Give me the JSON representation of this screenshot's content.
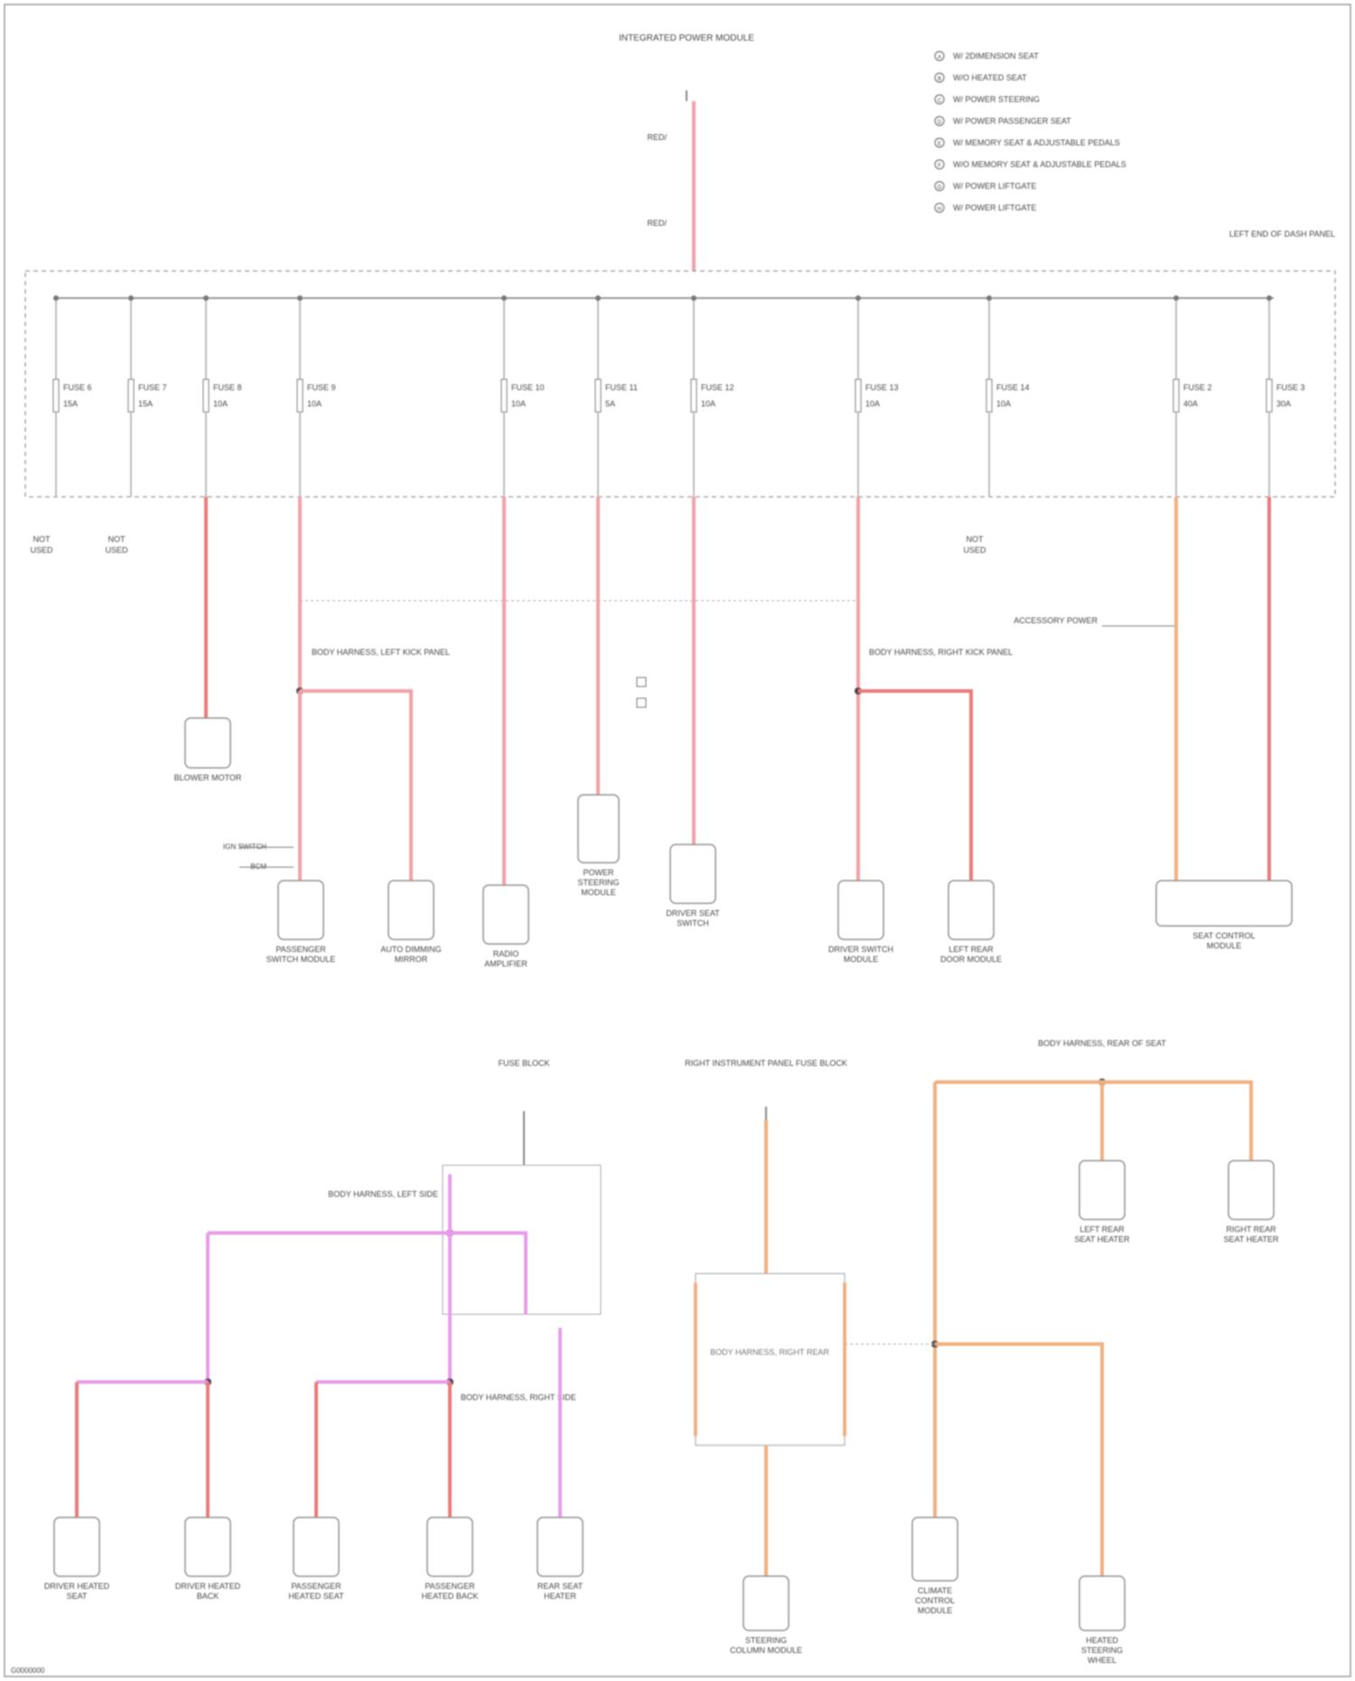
{
  "colors": {
    "frame": "#9a9a9a",
    "wire_pink": "#f2a0a8",
    "wire_red": "#ec7a7a",
    "wire_magenta": "#e89be8",
    "wire_orange": "#f0b080",
    "wire_gray": "#bdbdbd",
    "component_outline": "#8a8a8a",
    "text": "#444444"
  },
  "top_source": {
    "label": "INTEGRATED POWER MODULE",
    "wire_top": "RED/",
    "wire_bottom": "RED/"
  },
  "legend": [
    {
      "symbol": "A",
      "text": "W/ 2DIMENSION SEAT"
    },
    {
      "symbol": "B",
      "text": "W/O HEATED SEAT"
    },
    {
      "symbol": "C",
      "text": "W/ POWER STEERING"
    },
    {
      "symbol": "D",
      "text": "W/ POWER PASSENGER SEAT"
    },
    {
      "symbol": "E",
      "text": "W/ MEMORY SEAT & ADJUSTABLE PEDALS"
    },
    {
      "symbol": "F",
      "text": "W/O MEMORY SEAT & ADJUSTABLE PEDALS"
    },
    {
      "symbol": "G",
      "text": "W/ POWER LIFTGATE"
    },
    {
      "symbol": "H",
      "text": "W/ POWER LIFTGATE"
    }
  ],
  "fuse_block_label": "LEFT END OF DASH PANEL",
  "fuses": [
    {
      "fuse": "FUSE 6",
      "amps": "15A",
      "out": "NOT USED"
    },
    {
      "fuse": "FUSE 7",
      "amps": "15A",
      "out": "NOT USED"
    },
    {
      "fuse": "FUSE 8",
      "amps": "10A",
      "out": ""
    },
    {
      "fuse": "FUSE 9",
      "amps": "10A",
      "out": ""
    },
    {
      "fuse": "FUSE 10",
      "amps": "10A",
      "out": ""
    },
    {
      "fuse": "FUSE 11",
      "amps": "5A",
      "out": ""
    },
    {
      "fuse": "FUSE 12",
      "amps": "10A",
      "out": ""
    },
    {
      "fuse": "FUSE 13",
      "amps": "10A",
      "out": ""
    },
    {
      "fuse": "FUSE 14",
      "amps": "10A",
      "out": "NOT USED"
    },
    {
      "fuse": "FUSE 2",
      "amps": "40A",
      "out": ""
    },
    {
      "fuse": "FUSE 3",
      "amps": "30A",
      "out": ""
    }
  ],
  "splice_labels": {
    "left": "BODY HARNESS, LEFT KICK PANEL",
    "right": "BODY HARNESS, RIGHT KICK PANEL",
    "accessory": "ACCESSORY POWER"
  },
  "side_labels": [
    "IGN SWITCH",
    "BCM"
  ],
  "components_top": [
    {
      "name": "BLOWER MOTOR"
    },
    {
      "name": "PASSENGER SWITCH MODULE"
    },
    {
      "name": "AUTO DIMMING MIRROR"
    },
    {
      "name": "RADIO AMPLIFIER"
    },
    {
      "name": "POWER STEERING MODULE"
    },
    {
      "name": "DRIVER SEAT SWITCH"
    },
    {
      "name": "DRIVER SWITCH MODULE"
    },
    {
      "name": "LEFT REAR DOOR MODULE"
    },
    {
      "name": "SEAT CONTROL MODULE"
    }
  ],
  "bottom_left": {
    "source": "FUSE BLOCK",
    "splice_top": "BODY HARNESS, LEFT SIDE",
    "splice_mid": "BODY HARNESS, RIGHT SIDE",
    "components": [
      {
        "name": "DRIVER HEATED SEAT"
      },
      {
        "name": "DRIVER HEATED BACK"
      },
      {
        "name": "PASSENGER HEATED SEAT"
      },
      {
        "name": "PASSENGER HEATED BACK"
      },
      {
        "name": "REAR SEAT HEATER"
      }
    ]
  },
  "bottom_mid": {
    "source": "RIGHT INSTRUMENT PANEL FUSE BLOCK",
    "box_label": "BODY HARNESS, RIGHT REAR",
    "component": "STEERING COLUMN MODULE"
  },
  "bottom_right": {
    "source": "BODY HARNESS, REAR OF SEAT",
    "components": [
      {
        "name": "LEFT REAR SEAT HEATER"
      },
      {
        "name": "RIGHT REAR SEAT HEATER"
      },
      {
        "name": "CLIMATE CONTROL MODULE"
      },
      {
        "name": "HEATED STEERING WHEEL"
      }
    ]
  },
  "footer": "G0000000"
}
